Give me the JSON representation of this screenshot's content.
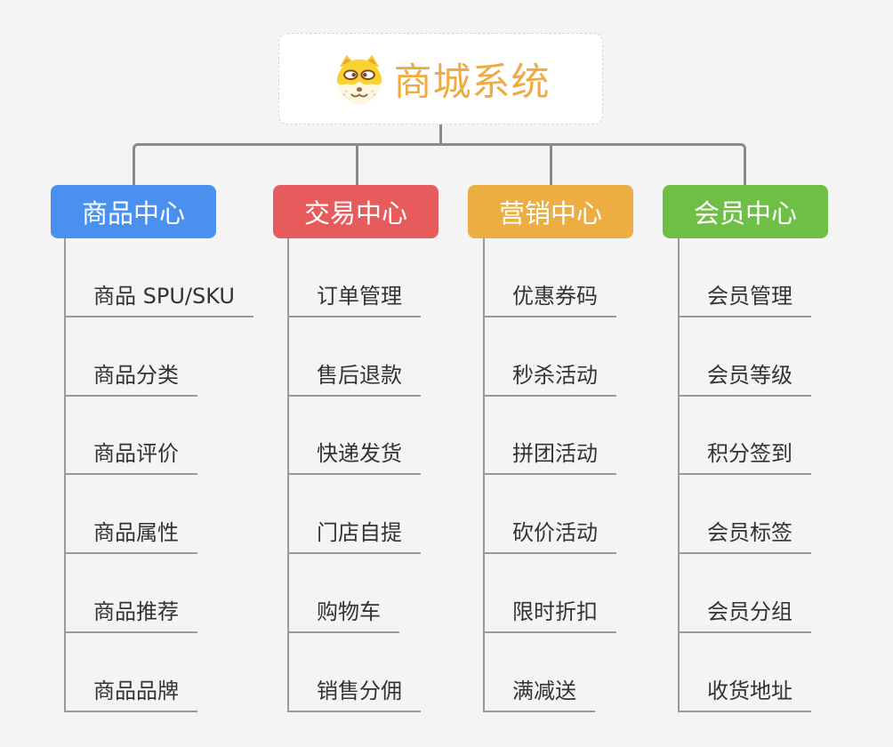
{
  "page": {
    "background_color": "#f4f4f4",
    "connector_color": "#8a8a8a"
  },
  "root": {
    "title": "商城系统",
    "icon": "doge-face-icon",
    "title_color": "#eeab42",
    "border_color": "#f0d29c",
    "background": "#ffffff"
  },
  "branches": [
    {
      "label": "商品中心",
      "color": "#4a90ee",
      "children": [
        "商品 SPU/SKU",
        "商品分类",
        "商品评价",
        "商品属性",
        "商品推荐",
        "商品品牌"
      ]
    },
    {
      "label": "交易中心",
      "color": "#e65c5c",
      "children": [
        "订单管理",
        "售后退款",
        "快递发货",
        "门店自提",
        "购物车",
        "销售分佣"
      ]
    },
    {
      "label": "营销中心",
      "color": "#ecae42",
      "children": [
        "优惠券码",
        "秒杀活动",
        "拼团活动",
        "砍价活动",
        "限时折扣",
        "满减送"
      ]
    },
    {
      "label": "会员中心",
      "color": "#6fbe45",
      "children": [
        "会员管理",
        "会员等级",
        "积分签到",
        "会员标签",
        "会员分组",
        "收货地址"
      ]
    }
  ]
}
